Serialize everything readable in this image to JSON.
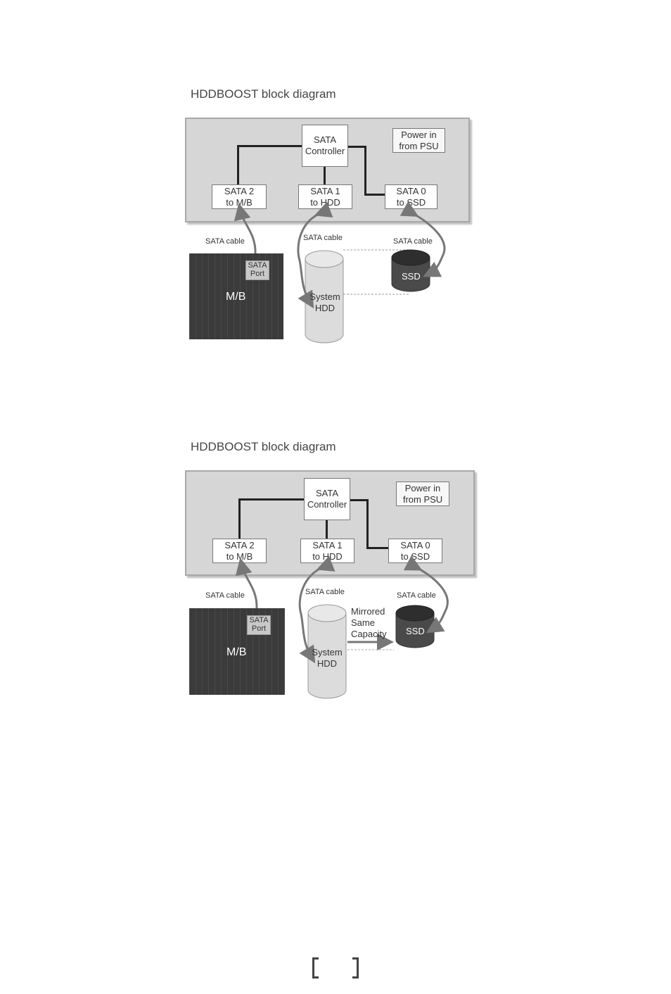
{
  "diagrams": [
    {
      "title": "HDDBOOST block diagram",
      "controller": [
        "SATA",
        "Controller"
      ],
      "power": [
        "Power in",
        "from PSU"
      ],
      "sata2": [
        "SATA 2",
        "to M/B"
      ],
      "sata1": [
        "SATA 1",
        "to HDD"
      ],
      "sata0": [
        "SATA 0",
        "to SSD"
      ],
      "cable_left": "SATA cable",
      "cable_mid": "SATA cable",
      "cable_right": "SATA cable",
      "port": [
        "SATA",
        "Port"
      ],
      "mb": "M/B",
      "hdd": [
        "System",
        "HDD"
      ],
      "ssd": "SSD"
    },
    {
      "title": "HDDBOOST block diagram",
      "controller": [
        "SATA",
        "Controller"
      ],
      "power": [
        "Power in",
        "from PSU"
      ],
      "sata2": [
        "SATA 2",
        "to M/B"
      ],
      "sata1": [
        "SATA 1",
        "to HDD"
      ],
      "sata0": [
        "SATA 0",
        "to SSD"
      ],
      "cable_left": "SATA cable",
      "cable_mid": "SATA cable",
      "cable_right": "SATA cable",
      "port": [
        "SATA",
        "Port"
      ],
      "mb": "M/B",
      "hdd": [
        "System",
        "HDD"
      ],
      "ssd": "SSD",
      "mirror": [
        "Mirrored",
        "Same",
        "Capacity"
      ]
    }
  ],
  "colors": {
    "panel": "#d6d6d6",
    "mb": "#3b3b3b",
    "ssd": "#4a4a4a",
    "hdd": "#dcdcdc",
    "wire": "#222222",
    "arrow": "#777777"
  },
  "page_marker_icon": "bracket-page-number"
}
